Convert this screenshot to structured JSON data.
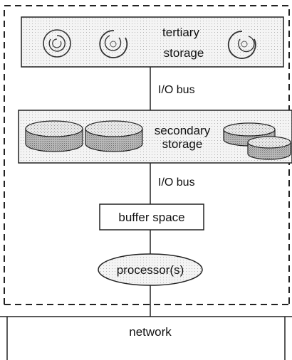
{
  "diagram": {
    "tertiary": {
      "line1": "tertiary",
      "line2": "storage"
    },
    "bus_top": "I/O bus",
    "secondary": {
      "line1": "secondary",
      "line2": "storage"
    },
    "bus_bottom": "I/O bus",
    "buffer": "buffer space",
    "processor": "processor(s)",
    "network": "network"
  }
}
